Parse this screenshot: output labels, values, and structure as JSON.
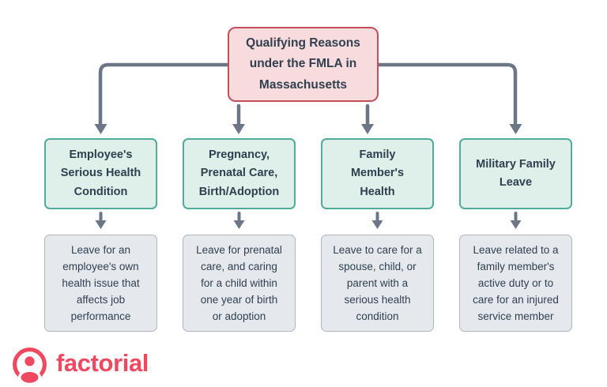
{
  "colors": {
    "background": "#ffffff",
    "root_fill": "#f7dbdd",
    "root_border": "#c44f5a",
    "category_fill": "#def0e9",
    "category_border": "#52ab9a",
    "detail_fill": "#e5e9ee",
    "detail_border": "#aeb6c0",
    "arrow": "#6b7786",
    "text": "#30404f",
    "brand": "#ee4961"
  },
  "diagram": {
    "root": {
      "label": "Qualifying Reasons\nunder the FMLA in\nMassachusetts"
    },
    "columns": [
      {
        "heading": "Employee's\nSerious Health\nCondition",
        "detail": "Leave for an\nemployee's own\nhealth issue that\naffects job\nperformance"
      },
      {
        "heading": "Pregnancy,\nPrenatal Care,\nBirth/Adoption",
        "detail": "Leave for prenatal\ncare, and caring\nfor a child within\none year of birth\nor adoption"
      },
      {
        "heading": "Family\nMember's\nHealth",
        "detail": "Leave to care for a\nspouse, child, or\nparent with a\nserious health\ncondition"
      },
      {
        "heading": "Military Family\nLeave",
        "detail": "Leave related to a\nfamily member's\nactive duty or to\ncare for an injured\nservice member"
      }
    ]
  },
  "footer": {
    "brand_name": "factorial"
  }
}
